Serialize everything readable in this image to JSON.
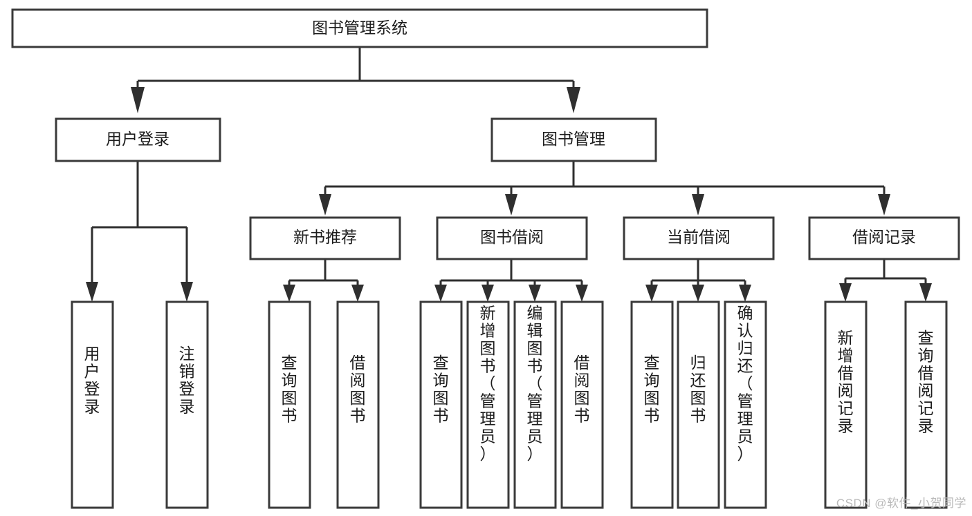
{
  "diagram": {
    "type": "hierarchy-tree",
    "title": "图书管理系统",
    "watermark": "CSDN @软件_小贺同学",
    "root": {
      "id": "root",
      "label": "图书管理系统",
      "orientation": "horizontal"
    },
    "level2": [
      {
        "id": "user-login",
        "label": "用户登录",
        "orientation": "horizontal"
      },
      {
        "id": "book-manage",
        "label": "图书管理",
        "orientation": "horizontal"
      }
    ],
    "level3": [
      {
        "id": "new-book-rec",
        "label": "新书推荐",
        "parent": "book-manage",
        "orientation": "horizontal"
      },
      {
        "id": "book-borrow",
        "label": "图书借阅",
        "parent": "book-manage",
        "orientation": "horizontal"
      },
      {
        "id": "current-borrow",
        "label": "当前借阅",
        "parent": "book-manage",
        "orientation": "horizontal"
      },
      {
        "id": "borrow-record",
        "label": "借阅记录",
        "parent": "book-manage",
        "orientation": "horizontal"
      }
    ],
    "leaves": [
      {
        "id": "leaf-user-login",
        "label": "用户登录",
        "parent": "user-login",
        "orientation": "vertical"
      },
      {
        "id": "leaf-user-logout",
        "label": "注销登录",
        "parent": "user-login",
        "orientation": "vertical"
      },
      {
        "id": "leaf-query-book-1",
        "label": "查询图书",
        "parent": "new-book-rec",
        "orientation": "vertical"
      },
      {
        "id": "leaf-borrow-book-1",
        "label": "借阅图书",
        "parent": "new-book-rec",
        "orientation": "vertical"
      },
      {
        "id": "leaf-query-book-2",
        "label": "查询图书",
        "parent": "book-borrow",
        "orientation": "vertical"
      },
      {
        "id": "leaf-add-book",
        "label": "新增图书（管理员）",
        "parent": "book-borrow",
        "orientation": "vertical"
      },
      {
        "id": "leaf-edit-book",
        "label": "编辑图书（管理员）",
        "parent": "book-borrow",
        "orientation": "vertical"
      },
      {
        "id": "leaf-borrow-book-2",
        "label": "借阅图书",
        "parent": "book-borrow",
        "orientation": "vertical"
      },
      {
        "id": "leaf-query-book-3",
        "label": "查询图书",
        "parent": "current-borrow",
        "orientation": "vertical"
      },
      {
        "id": "leaf-return-book",
        "label": "归还图书",
        "parent": "current-borrow",
        "orientation": "vertical"
      },
      {
        "id": "leaf-confirm-return",
        "label": "确认归还（管理员）",
        "parent": "current-borrow",
        "orientation": "vertical"
      },
      {
        "id": "leaf-add-record",
        "label": "新增借阅记录",
        "parent": "borrow-record",
        "orientation": "vertical"
      },
      {
        "id": "leaf-query-record",
        "label": "查询借阅记录",
        "parent": "borrow-record",
        "orientation": "vertical"
      }
    ],
    "colors": {
      "box_stroke": "#3a3a3a",
      "box_fill": "#ffffff",
      "connector": "#2f2f2f",
      "text": "#1c1c1c",
      "watermark": "#b9b9b9",
      "background": "#ffffff"
    }
  }
}
